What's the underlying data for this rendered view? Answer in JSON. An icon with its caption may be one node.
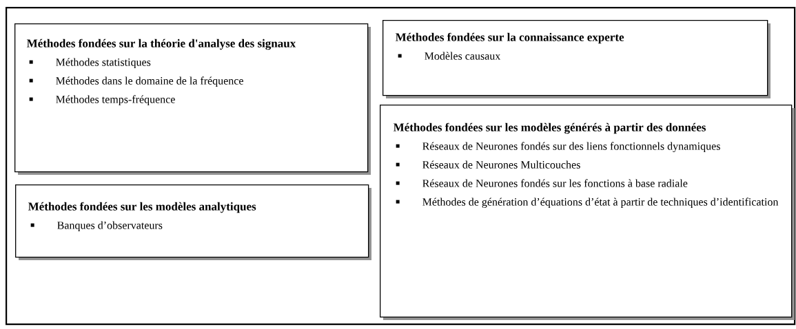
{
  "diagram": {
    "nodes": [
      {
        "text": [],
        "shape": "box"
      },
      {
        "text": [
          "Méthodes fondées sur la théorie d'analyse des signaux",
          "Méthodes statistiques",
          "Méthodes dans le domaine de la fréquence",
          "Méthodes temps-fréquence"
        ],
        "in": 0
      },
      {
        "text": [
          "Méthodes fondées sur la connaissance experte",
          "Modèles causaux"
        ],
        "in": 0
      },
      {
        "text": [
          "Méthodes fondées sur les modèles analytiques",
          "Banques d’observateurs"
        ],
        "in": 0
      },
      {
        "text": [
          "Méthodes fondées sur les modèles générés à partir des données",
          "Réseaux de Neurones fondés sur des liens fonctionnels dynamiques",
          "Réseaux de Neurones Multicouches",
          "Réseaux de Neurones fondés sur les fonctions à base radiale",
          "Méthodes de génération d’équations d’état à partir de techniques d’identification"
        ],
        "in": 0
      }
    ]
  }
}
